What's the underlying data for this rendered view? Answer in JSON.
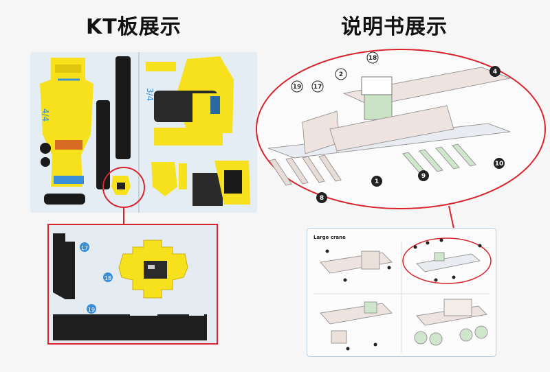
{
  "titles": {
    "kt_board": "KT板展示",
    "manual": "说明书展示"
  },
  "kt_board": {
    "label_a": "3/4",
    "label_b": "4/4"
  },
  "zoom": {
    "numbers": [
      "17",
      "18",
      "19"
    ]
  },
  "manual": {
    "callouts": [
      "19",
      "17",
      "2",
      "18",
      "4",
      "1",
      "9",
      "10",
      "8"
    ],
    "page_title": "Large crane"
  },
  "colors": {
    "accent_red": "#d9232d",
    "part_yellow": "#f7e11d",
    "part_black": "#1a1a1a",
    "label_blue": "#3a8fd6"
  }
}
